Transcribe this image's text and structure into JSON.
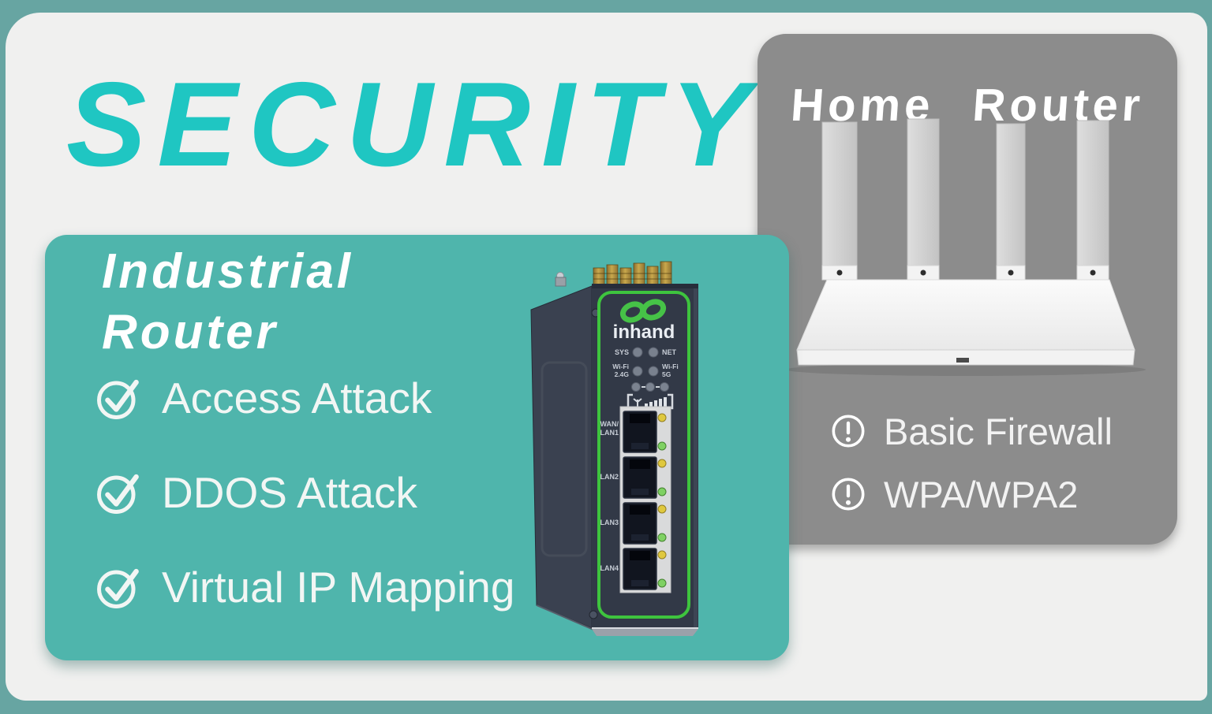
{
  "banner": {
    "title": "SECURITY"
  },
  "home": {
    "title": "Home Router",
    "features": [
      {
        "icon": "exclamation-circle",
        "label": "Basic Firewall"
      },
      {
        "icon": "exclamation-circle",
        "label": "WPA/WPA2"
      }
    ]
  },
  "industrial": {
    "title_line1": "Industrial",
    "title_line2": "Router",
    "features": [
      {
        "icon": "check-circle",
        "label": "Access Attack"
      },
      {
        "icon": "check-circle",
        "label": "DDOS Attack"
      },
      {
        "icon": "check-circle",
        "label": "Virtual IP Mapping"
      }
    ]
  },
  "industrial_device": {
    "brand": "inhand",
    "led_sys": "SYS",
    "led_net": "NET",
    "led_wifi24_line1": "Wi-Fi",
    "led_wifi24_line2": "2.4G",
    "led_wifi5_line1": "Wi-Fi",
    "led_wifi5_line2": "5G",
    "port1_line1": "WAN/",
    "port1_line2": "LAN1",
    "port2": "LAN2",
    "port3": "LAN3",
    "port4": "LAN4"
  },
  "colors": {
    "outer_border": "#67a5a2",
    "canvas_bg": "#f0f0ef",
    "security_text": "#1fc6c2",
    "industrial_panel_bg": "#4fb5ac",
    "home_panel_bg": "#8c8c8c",
    "brand_green": "#3ec43e",
    "feature_text": "#f2f6f4",
    "led_yellow": "#dfc83e",
    "led_green": "#7fd163"
  }
}
